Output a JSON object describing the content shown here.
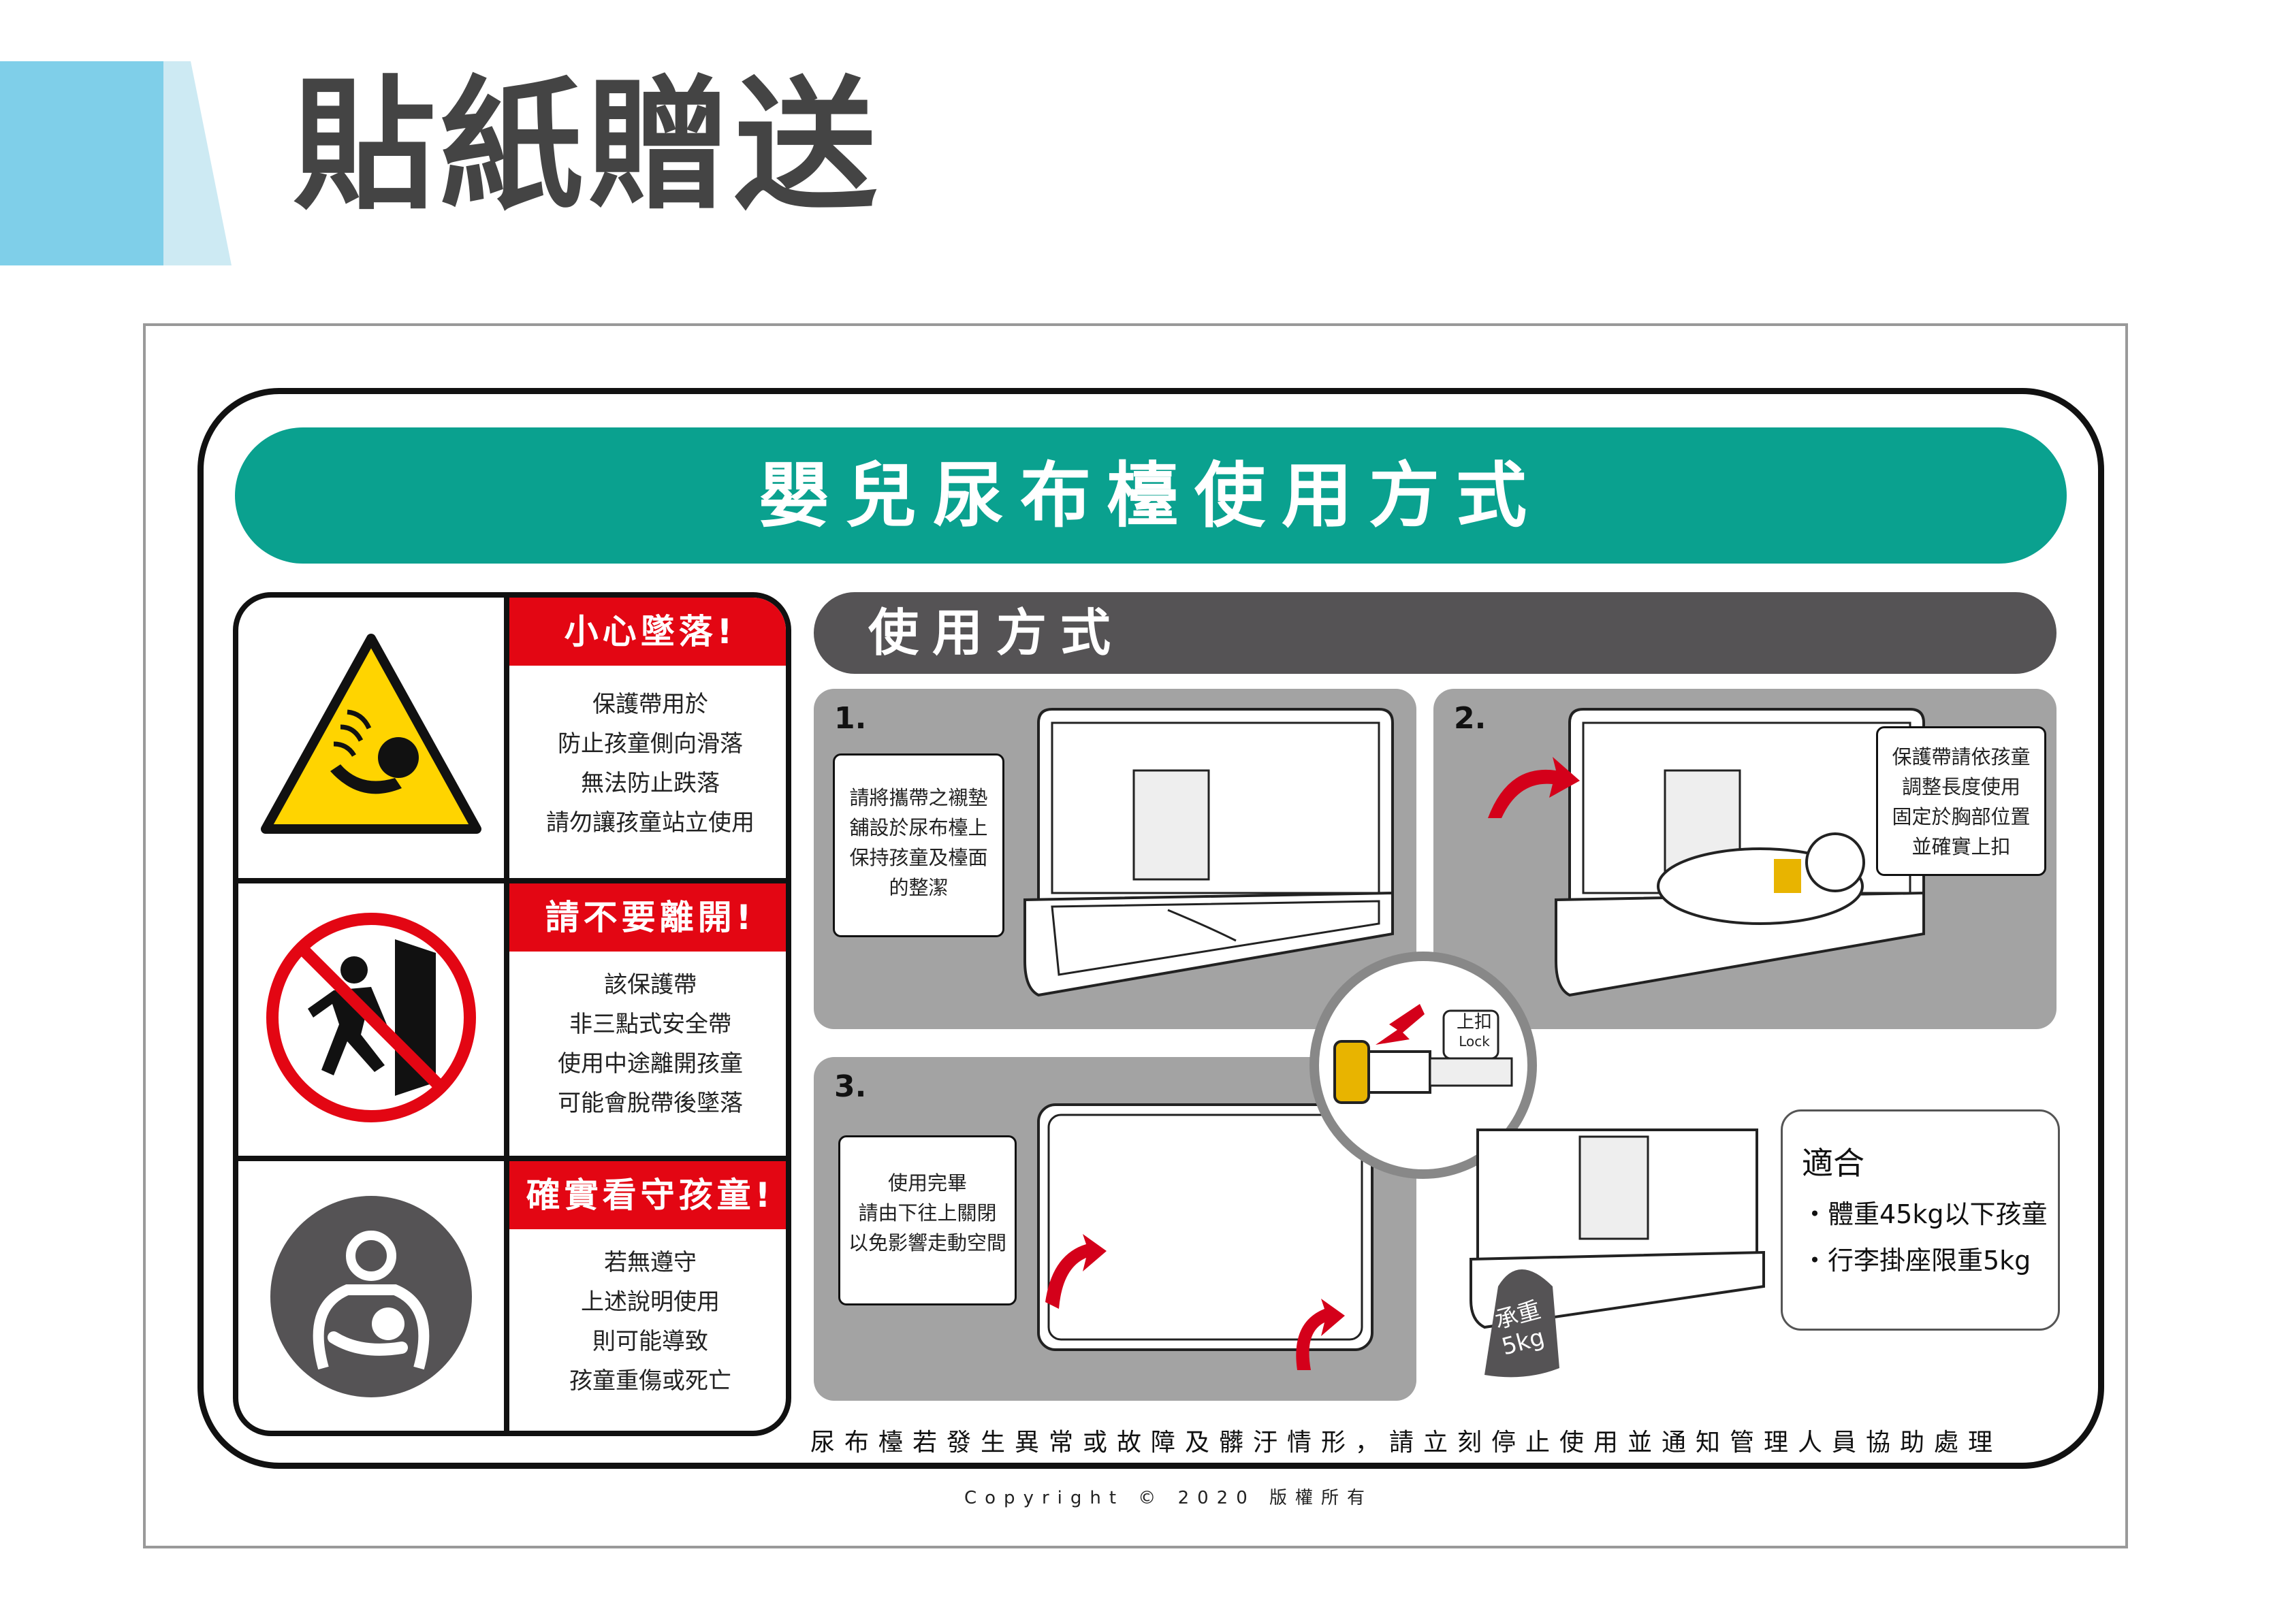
{
  "header": {
    "title": "貼紙贈送"
  },
  "sticker": {
    "main_title": "嬰兒尿布檯使用方式",
    "warnings": [
      {
        "heading": "小心墜落!",
        "lines": [
          "保護帶用於",
          "防止孩童側向滑落",
          "無法防止跌落",
          "請勿讓孩童站立使用"
        ]
      },
      {
        "heading": "請不要離開!",
        "lines": [
          "該保護帶",
          "非三點式安全帶",
          "使用中途離開孩童",
          "可能會脫帶後墜落"
        ]
      },
      {
        "heading": "確實看守孩童!",
        "lines": [
          "若無遵守",
          "上述說明使用",
          "則可能導致",
          "孩童重傷或死亡"
        ]
      }
    ],
    "usage": {
      "title": "使用方式",
      "step1": {
        "num": "1.",
        "note": [
          "請將攜帶之襯墊",
          "舖設於尿布檯上",
          "保持孩童及檯面",
          "的整潔"
        ]
      },
      "step2": {
        "num": "2.",
        "note": [
          "保護帶請依孩童",
          "調整長度使用",
          "固定於胸部位置",
          "並確實上扣"
        ]
      },
      "step3": {
        "num": "3.",
        "note": [
          "使用完畢",
          "請由下往上關閉",
          "以免影響走動空間"
        ]
      },
      "lock": {
        "label": "上扣",
        "sub": "Lock"
      },
      "load_bag": {
        "line1": "承重",
        "line2": "5kg"
      },
      "suitable": {
        "title": "適合",
        "items": [
          "・體重45kg以下孩童",
          "・行李掛座限重5kg"
        ]
      }
    },
    "bottom_note": "尿布檯若發生異常或故障及髒汙情形，請立刻停止使用並通知管理人員協助處理",
    "copyright": "Copyright © 2020 版權所有"
  },
  "colors": {
    "teal": "#0aa18f",
    "red": "#e30613",
    "dark_gray": "#555355",
    "panel_gray": "#a3a3a3",
    "header_blue": "#7fcfe9",
    "warning_yellow": "#ffd400"
  }
}
